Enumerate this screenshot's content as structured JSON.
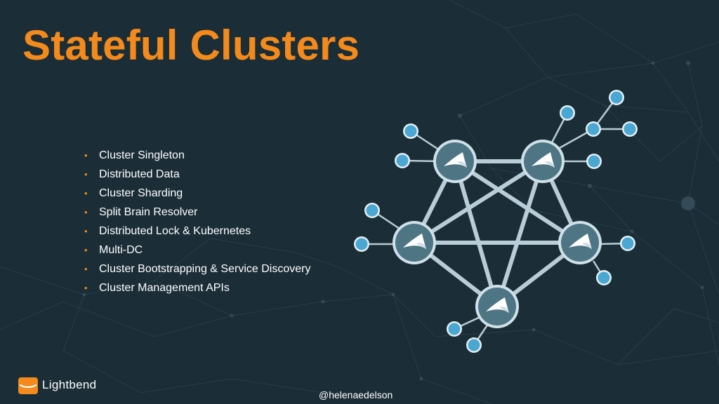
{
  "title": "Stateful Clusters",
  "bullets": [
    "Cluster Singleton",
    "Distributed Data",
    "Cluster Sharding",
    "Split Brain Resolver",
    "Distributed Lock & Kubernetes",
    "Multi-DC",
    "Cluster Bootstrapping & Service Discovery",
    "Cluster Management  APIs"
  ],
  "brand": {
    "name": "Lightbend",
    "logo_icon": "lightbend-logo-icon"
  },
  "author_handle": "@helenaedelson",
  "colors": {
    "background": "#1b2d37",
    "title": "#f38a1b",
    "bullet": "#f38a1b",
    "text": "#ffffff",
    "node_fill": "#4e7584",
    "node_ring": "#cfe0e8",
    "link": "#b8cdd7",
    "leaf": "#4aa7d2"
  },
  "diagram": {
    "node_icon": "akka-logo-icon",
    "leaf_icon": "client-node-icon"
  }
}
